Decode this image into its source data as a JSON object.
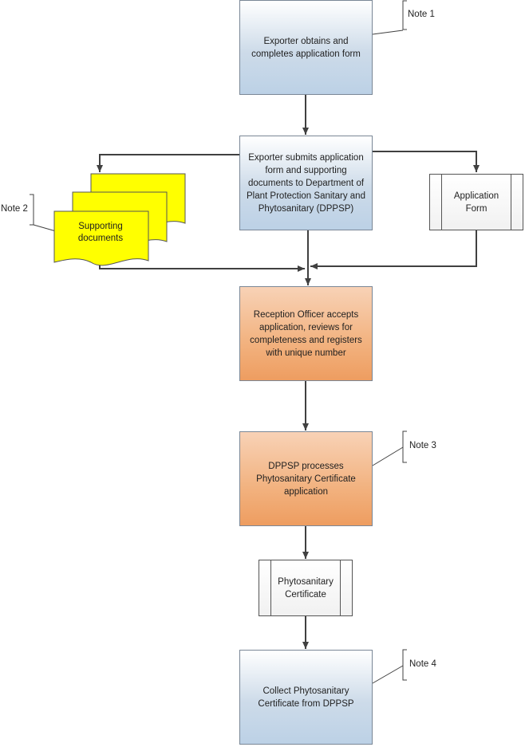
{
  "nodes": {
    "exporter_obtains": "Exporter obtains and completes application form",
    "exporter_submits": "Exporter submits application form and supporting documents to  Department of Plant Protection Sanitary and Phytosanitary (DPPSP)",
    "application_form": "Application Form",
    "supporting_documents": "Supporting documents",
    "reception_officer": "Reception Officer  accepts application, reviews for completeness and registers with unique number",
    "dppsp_processes": "DPPSP processes Phytosanitary Certificate application",
    "phyto_certificate": "Phytosanitary Certificate",
    "collect_certificate": "Collect Phytosanitary Certificate from DPPSP"
  },
  "notes": {
    "note1": "Note 1",
    "note2": "Note 2",
    "note3": "Note 3",
    "note4": "Note 4"
  },
  "colors": {
    "blue_box": "#cddbe9",
    "orange_box": "#f2b27f",
    "document_yellow": "#ffff00",
    "connector": "#404040"
  }
}
